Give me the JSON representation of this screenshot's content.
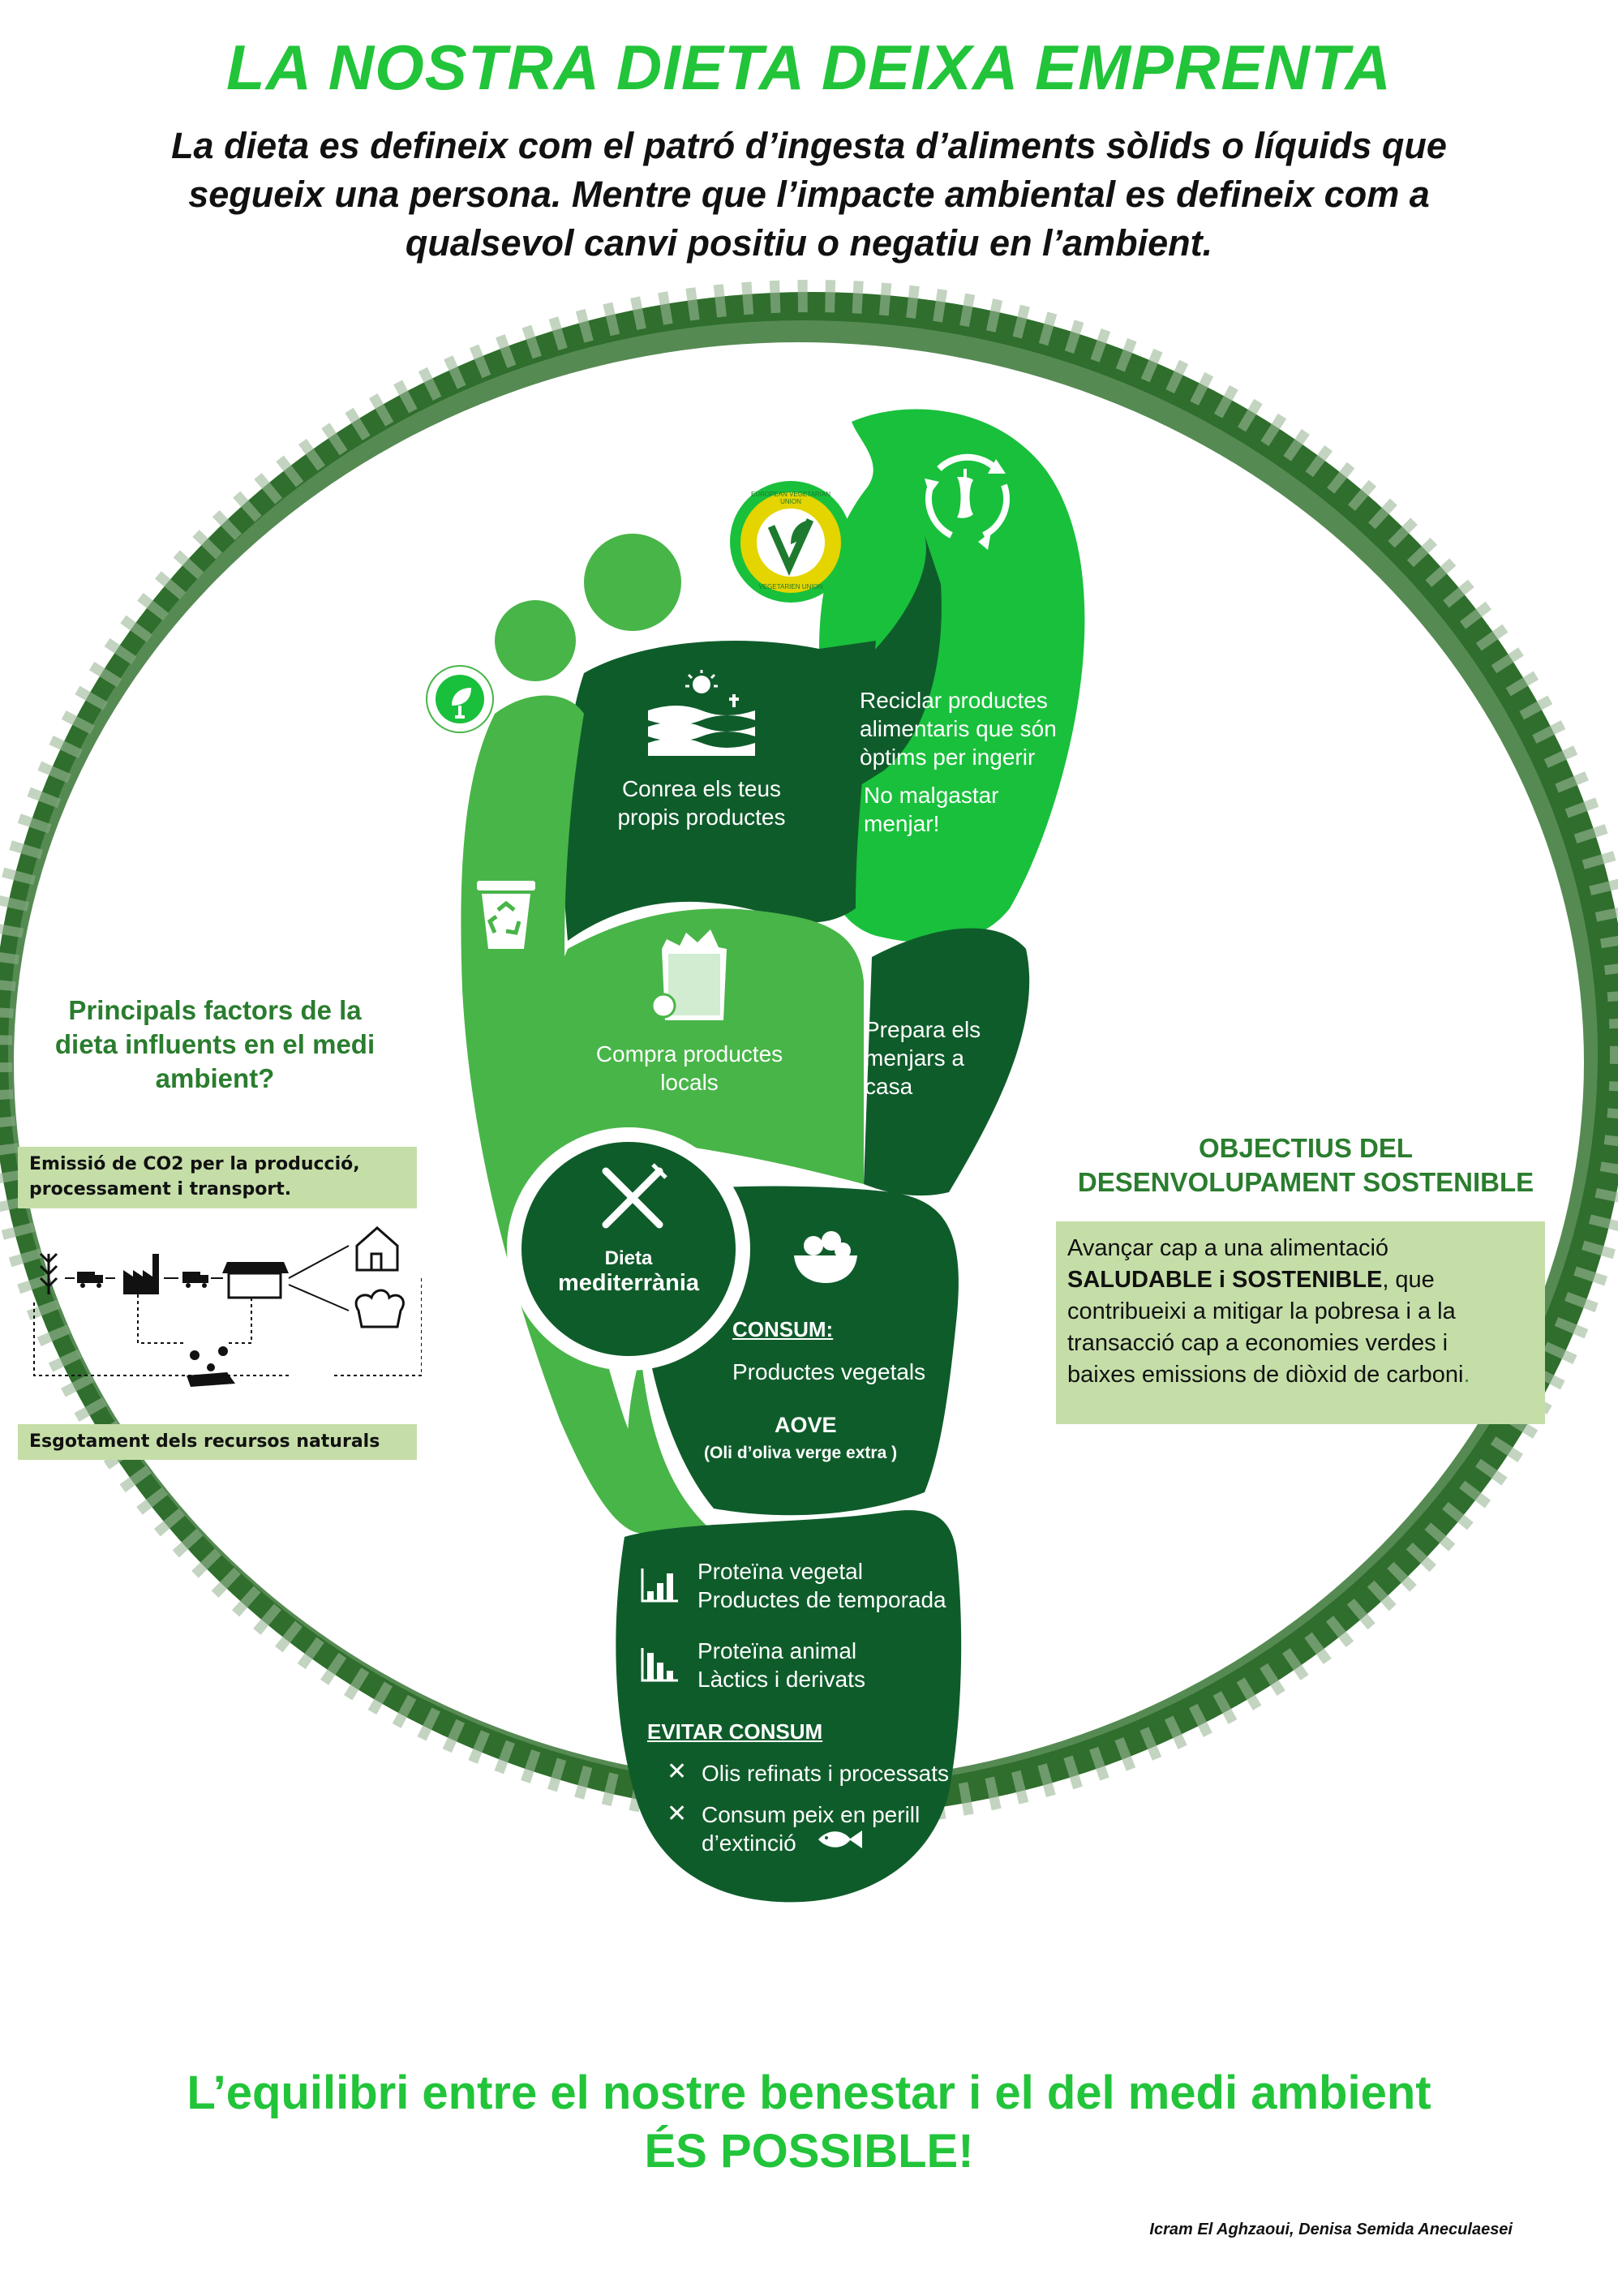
{
  "header": {
    "title": "LA NOSTRA DIETA DEIXA EMPRENTA",
    "intro_line1": "La dieta es defineix com el patró d’ingesta d’aliments sòlids o líquids que",
    "intro_line2": "segueix una persona. Mentre que l’impacte ambiental es defineix com a",
    "intro_line3": "qualsevol canvi positiu o negatiu en l’ambient."
  },
  "foot": {
    "toe_logo_line1": "EUROPEAN VEGETARIAN UNION",
    "toe_logo_line2": "VEGETARIEN UNION",
    "grow_line1": "Conrea els teus",
    "grow_line2": "propis productes",
    "recycle_line1": "Reciclar productes",
    "recycle_line2": "alimentaris  que són",
    "recycle_line3": "òptims per ingerir",
    "recycle_line4": "No malgastar menjar!",
    "local_line1": "Compra productes",
    "local_line2": "locals",
    "home_line1": "Prepara els",
    "home_line2": "menjars a",
    "home_line3": "casa",
    "circle_line1": "Dieta",
    "circle_line2": "mediterrània",
    "consume_title": "CONSUM:",
    "consume_item": "Productes vegetals",
    "aove": "AOVE",
    "aove_full": "(Oli d’oliva verge extra )",
    "protein_veg_line1": "Proteïna vegetal",
    "protein_veg_line2": "Productes de temporada",
    "protein_animal_line1": "Proteïna animal",
    "protein_animal_line2": "Làctics i derivats",
    "avoid_title": "EVITAR CONSUM",
    "avoid_item1": "Olis refinats i processats",
    "avoid_item2_line1": "Consum peix en perill",
    "avoid_item2_line2": "d’extinció"
  },
  "left_panel": {
    "title_line1": "Principals factors de la",
    "title_line2": "dieta influents en el medi",
    "title_line3": "ambient?",
    "box1_line1": "Emissió de CO2 per la producció,",
    "box1_line2": "processament i transport.",
    "box2": "Esgotament dels recursos naturals"
  },
  "right_panel": {
    "title_line1": "OBJECTIUS DEL",
    "title_line2": "DESENVOLUPAMENT SOSTENIBLE",
    "text_line1": "Avançar cap a una alimentació",
    "text_line2_bold": "SALUDABLE i SOSTENIBLE",
    "text_line2_rest": ", que",
    "text_line3": "contribueixi a mitigar la pobresa i a la",
    "text_line4": "transacció cap a economies verdes i",
    "text_line5": "baixes emissions de diòxid de carboni",
    "text_line5_end": "."
  },
  "footer": {
    "closing_line1": "L’equilibri entre el nostre benestar i el del medi ambient",
    "closing_line2": "ÉS POSSIBLE!",
    "authors": "Icram El Aghzaoui, Denisa Semida Aneculaesei"
  },
  "colors": {
    "bright_green": "#22c43a",
    "foot_light": "#17c13b",
    "foot_mid": "#48b548",
    "foot_dark": "#0f5c2b",
    "ring_green": "#2a7d2e",
    "box_green": "#c5dea8"
  }
}
